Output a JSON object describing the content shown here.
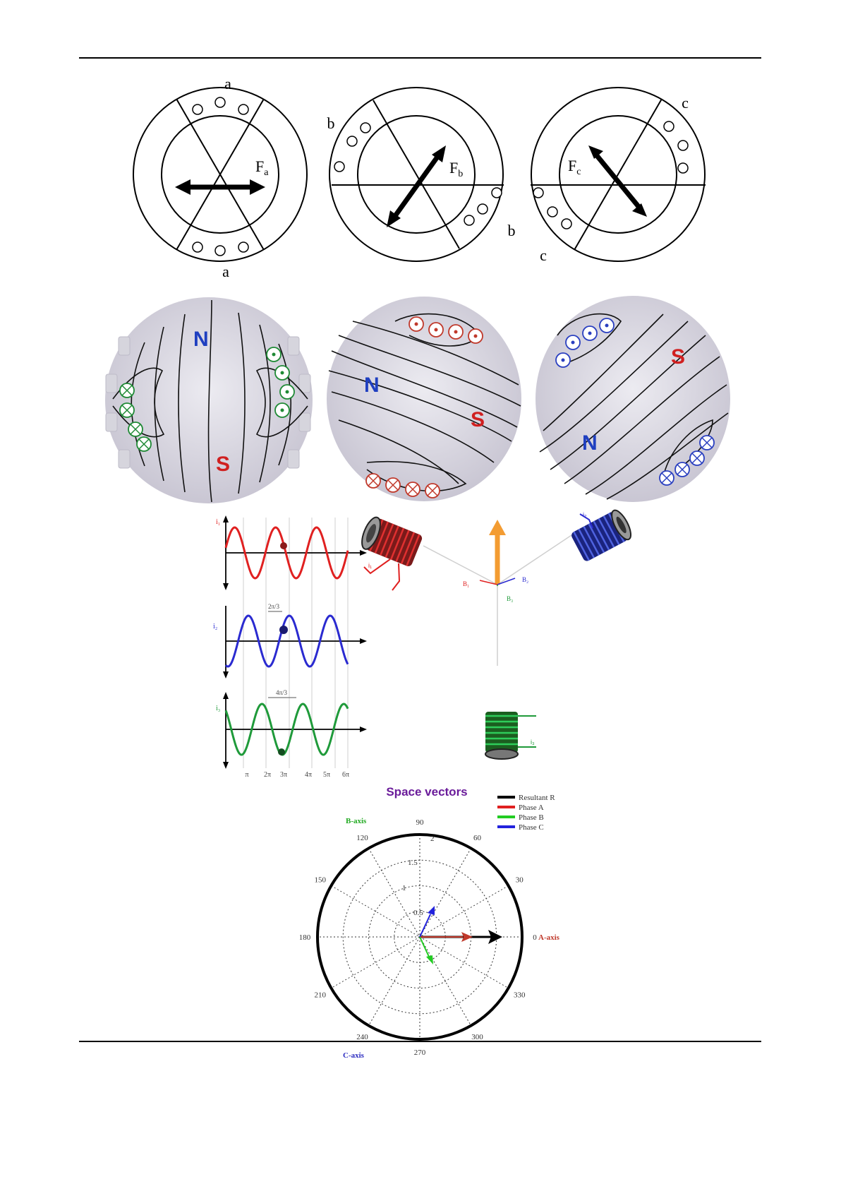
{
  "stator_diagrams": [
    {
      "top_label": "a",
      "bottom_label": "a",
      "vector_label": "F",
      "vector_subscript": "a"
    },
    {
      "top_label": "b",
      "bottom_label": "b",
      "vector_label": "F",
      "vector_subscript": "b"
    },
    {
      "top_label": "c",
      "bottom_label": "c",
      "vector_label": "F",
      "vector_subscript": "c"
    }
  ],
  "field_diagrams": [
    {
      "pole_n": "N",
      "pole_s": "S"
    },
    {
      "pole_n": "N",
      "pole_s": "S"
    },
    {
      "pole_n": "N",
      "pole_s": "S"
    }
  ],
  "waveforms": {
    "labels": [
      "i₁",
      "i₂",
      "i₃"
    ],
    "shift_labels": [
      "2π/3",
      "4π/3"
    ],
    "x_ticks": [
      "π",
      "2π",
      "3π",
      "4π",
      "5π",
      "6π"
    ],
    "coil_current_labels": [
      "i₁",
      "i₂",
      "i₃"
    ],
    "vector_labels": [
      "B₁",
      "B₂",
      "B₃"
    ],
    "colors": {
      "phase_1": "#e02020",
      "phase_2": "#2a2ad0",
      "phase_3": "#1f9a3a",
      "resultant": "#f39c32"
    }
  },
  "polar": {
    "title": "Space vectors",
    "legend": [
      "Resultant R",
      "Phase A",
      "Phase B",
      "Phase C"
    ],
    "legend_colors": [
      "#000000",
      "#e02020",
      "#22cc22",
      "#2222dd"
    ],
    "angle_labels": [
      "0",
      "30",
      "60",
      "90",
      "120",
      "150",
      "180",
      "210",
      "240",
      "270",
      "300",
      "330"
    ],
    "radial_labels": [
      "0.5",
      "1",
      "1.5",
      "2"
    ],
    "axis_labels": {
      "a": "A-axis",
      "b": "B-axis",
      "c": "C-axis"
    },
    "axis_colors": {
      "a": "#c0392b",
      "b": "#22aa22",
      "c": "#2c2cc0"
    }
  }
}
